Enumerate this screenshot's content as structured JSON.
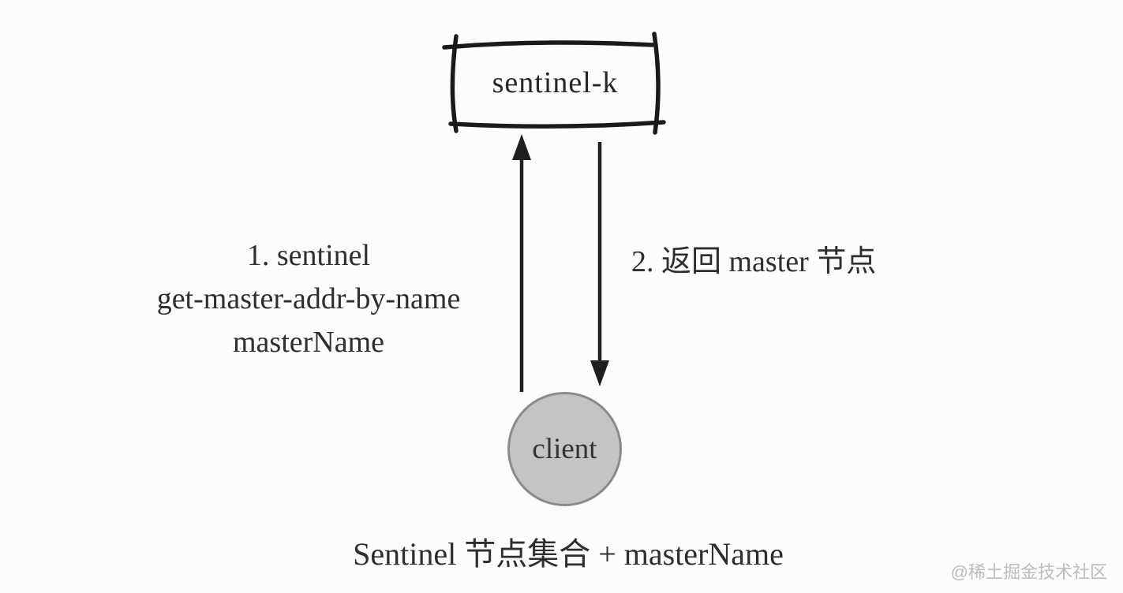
{
  "diagram": {
    "sentinel_box": {
      "label": "sentinel-k"
    },
    "client_node": {
      "label": "client"
    },
    "step1": {
      "line1": "1. sentinel",
      "line2": "get-master-addr-by-name",
      "line3": "masterName"
    },
    "step2": {
      "label": "2. 返回 master 节点"
    },
    "caption": "Sentinel 节点集合 + masterName",
    "colors": {
      "background": "#fcfcfc",
      "box_stroke": "#1a1a1a",
      "arrow_stroke": "#1f1f1f",
      "circle_fill": "#c4c4c4",
      "circle_stroke": "#8a8a8a",
      "text": "#2e2e2e",
      "watermark": "#bcbcbc"
    }
  },
  "watermark": {
    "text": "@稀土掘金技术社区"
  }
}
